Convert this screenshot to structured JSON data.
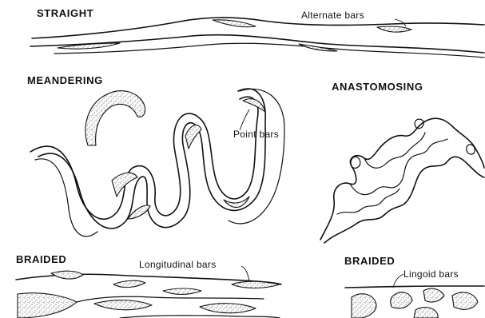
{
  "panels": {
    "straight": {
      "title": "STRAIGHT",
      "annotation": "Alternate bars"
    },
    "meandering": {
      "title": "MEANDERING",
      "annotation": "Point bars"
    },
    "anastomosing": {
      "title": "ANASTOMOSING"
    },
    "braided_longitudinal": {
      "title": "BRAIDED",
      "annotation": "Longitudinal bars"
    },
    "braided_linguoid": {
      "title": "BRAIDED",
      "annotation": "Lingoid bars"
    }
  },
  "colors": {
    "ink": "#111111",
    "paper": "#ffffff",
    "stipple": "#222222"
  }
}
